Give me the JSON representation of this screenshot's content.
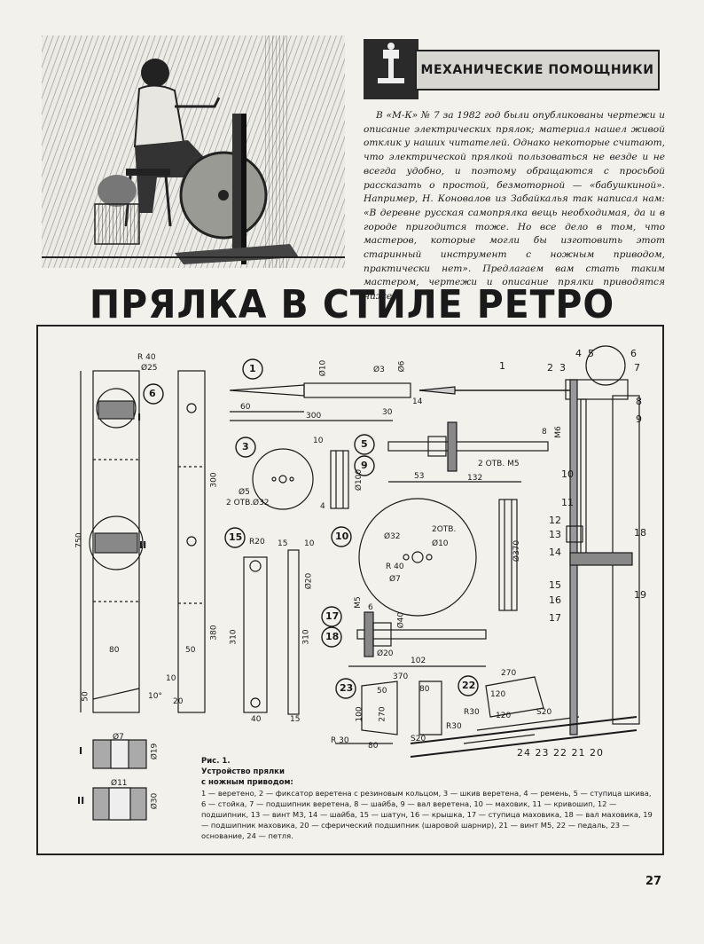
{
  "header": {
    "section_title": "МЕХАНИЧЕСКИЕ ПОМОЩНИКИ"
  },
  "intro_text": "В «М-К» № 7 за 1982 год были опубликованы чертежи и описание электрических прялок; материал нашел живой отклик у наших читателей. Однако некоторые считают, что электрической прялкой пользоваться не везде и не всегда удобно, и поэтому обращаются с просьбой рассказать о простой, безмоторной — «бабушкиной». Например, Н. Коновалов из Забайкалья так написал нам: «В деревне русская самопрялка вещь необходимая, да и в городе пригодится тоже. Но все дело в том, что мастеров, которые могли бы изготовить этот старинный инструмент с ножным приводом, практически нет». Предлагаем вам стать таким мастером, чертежи и описание прялки приводятся ниже.",
  "main_title": "ПРЯЛКА В СТИЛЕ РЕТРО",
  "figure": {
    "caption_title": "Рис. 1.",
    "caption_subtitle1": "Устройство прялки",
    "caption_subtitle2": "с ножным приводом:",
    "caption_body": "1 — веретено, 2 — фиксатор веретена с резиновым кольцом, 3 — шкив веретена, 4 — ремень, 5 — ступица шкива, 6 — стойка, 7 — подшипник веретена, 8 — шайба, 9 — вал веретена, 10 — маховик, 11 — кривошип, 12 — подшипник, 13 — винт М3, 14 — шайба, 15 — шатун, 16 — крышка, 17 — ступица маховика, 18 — вал маховика, 19 — подшипник маховика, 20 — сферический подшипник (шаровой шарнир), 21 — винт М5, 22 — педаль, 23 — основание, 24 — петля.",
    "dims": {
      "r40": "R 40",
      "d25": "Ø25",
      "l750": "750",
      "l80": "80",
      "l50": "50",
      "a10": "10°",
      "l300a": "300",
      "l380": "380",
      "l50b": "50",
      "l10": "10",
      "l20": "20",
      "d10": "Ø10",
      "l60": "60",
      "l300": "300",
      "d3": "Ø3",
      "d6": "Ø6",
      "l30": "30",
      "l14": "14",
      "d5": "Ø5",
      "otv2": "2 ОТВ.",
      "d32": "Ø32",
      "l10b": "10",
      "d100": "Ø100",
      "l4": "4",
      "r20": "R20",
      "l15": "15",
      "l10c": "10",
      "d20": "Ø20",
      "l310": "310",
      "l310b": "310",
      "l40": "40",
      "l15b": "15",
      "l53": "53",
      "l132": "132",
      "otvm5": "2 ОТВ. М5",
      "l8": "8",
      "m6": "М6",
      "d370": "Ø370",
      "r40b": "R 40",
      "d7": "Ø7",
      "d32b": "Ø32",
      "d10b": "Ø10",
      "otv2b": "2ОТВ.",
      "l102": "102",
      "d20b": "Ø20",
      "d40": "Ø40",
      "l6": "6",
      "m5": "М5",
      "l370": "370",
      "l80b": "80",
      "l50c": "50",
      "l100": "100",
      "l270": "270",
      "r30": "R30",
      "s20": "S20",
      "r30b": "R 30",
      "l80c": "80",
      "l270b": "270",
      "l120": "120",
      "l120b": "120",
      "r30c": "R30",
      "s20b": "S20",
      "d19": "Ø19",
      "d30": "Ø30",
      "d7b": "Ø7",
      "d11": "Ø11",
      "sec1": "I",
      "sec2": "II",
      "sec1b": "I",
      "sec2b": "II"
    },
    "part_numbers": [
      "1",
      "2",
      "3",
      "4",
      "5",
      "6",
      "7",
      "8",
      "9",
      "10",
      "11",
      "12",
      "13",
      "14",
      "15",
      "16",
      "17",
      "18",
      "19",
      "20",
      "21",
      "22",
      "23",
      "24"
    ],
    "bottom_nums": "24 23 22 21 20"
  },
  "page_number": "27"
}
